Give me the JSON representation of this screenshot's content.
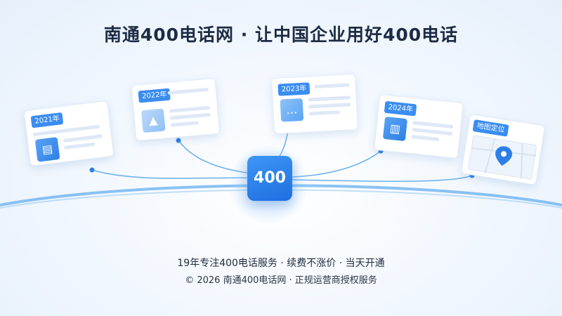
{
  "title": "南通400电话网 · 让中国企业用好400电话",
  "cards": [
    {
      "year": "2021年",
      "icon": "document-icon"
    },
    {
      "year": "2022年",
      "icon": "image-icon"
    },
    {
      "year": "2023年",
      "icon": "chat-icon"
    },
    {
      "year": "2024年",
      "icon": "bar-chart-icon"
    },
    {
      "year": "地图定位",
      "icon": "map-pin-icon"
    }
  ],
  "center_badge": "400",
  "subtitle": "19年专注400电话服务 · 续费不涨价 · 当天开通",
  "footer": "© 2026 南通400电话网 · 正规运营商授权服务",
  "colors": {
    "accent": "#2d7fe6",
    "title": "#1d2b44",
    "line": "#5aaaf0"
  }
}
